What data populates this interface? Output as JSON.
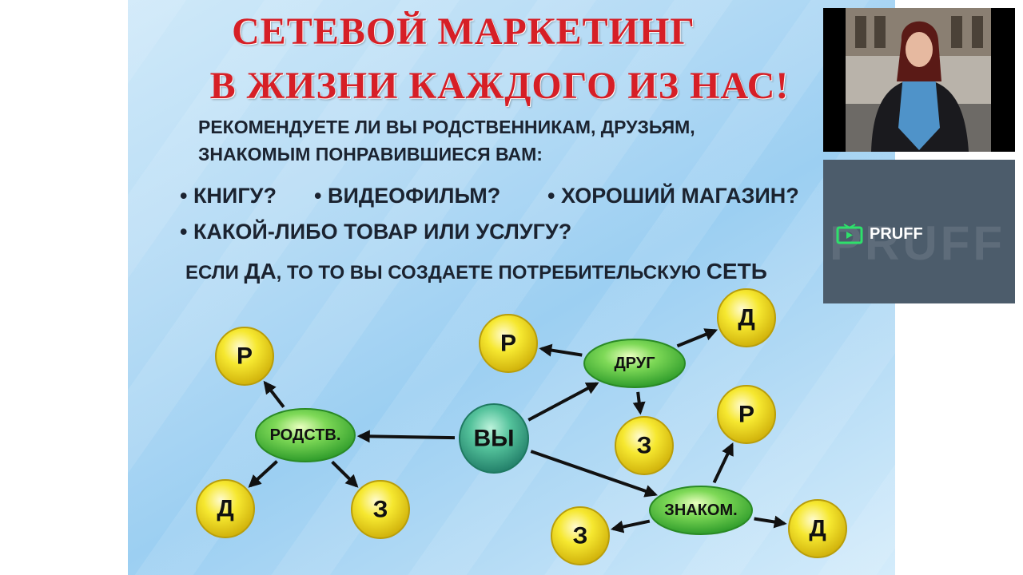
{
  "slide": {
    "title_line1": "СЕТЕВОЙ МАРКЕТИНГ",
    "title_line2": "В ЖИЗНИ КАЖДОГО ИЗ НАС!",
    "question_line1": "РЕКОМЕНДУЕТЕ ЛИ ВЫ РОДСТВЕННИКАМ, ДРУЗЬЯМ,",
    "question_line2": "ЗНАКОМЫМ ПОНРАВИВШИЕСЯ ВАМ:",
    "bullets": [
      "• КНИГУ?",
      "• ВИДЕОФИЛЬМ?",
      "• ХОРОШИЙ МАГАЗИН?",
      "• КАКОЙ-ЛИБО ТОВАР ИЛИ УСЛУГУ?"
    ],
    "conclusion": {
      "part1": "ЕСЛИ ",
      "part2": "ДА",
      "part3": ", ТО ТО ВЫ СОЗДАЕТЕ ПОТРЕБИТЕЛЬСКУЮ ",
      "part4": "СЕТЬ"
    }
  },
  "diagram": {
    "colors": {
      "green": "#3fbf3a",
      "yellow": "#f2e21f",
      "teal": "#3aa88a",
      "arrow": "#111111"
    },
    "nodes": [
      {
        "id": "you",
        "label": "ВЫ",
        "kind": "teal"
      },
      {
        "id": "rodstv",
        "label": "РОДСТВ.",
        "kind": "green"
      },
      {
        "id": "drug",
        "label": "ДРУГ",
        "kind": "green"
      },
      {
        "id": "znakom",
        "label": "ЗНАКОМ.",
        "kind": "green"
      },
      {
        "id": "r1",
        "label": "Р",
        "kind": "yellow"
      },
      {
        "id": "d1",
        "label": "Д",
        "kind": "yellow"
      },
      {
        "id": "z1",
        "label": "З",
        "kind": "yellow"
      },
      {
        "id": "r2",
        "label": "Р",
        "kind": "yellow"
      },
      {
        "id": "d2",
        "label": "Д",
        "kind": "yellow"
      },
      {
        "id": "z2",
        "label": "З",
        "kind": "yellow"
      },
      {
        "id": "r3",
        "label": "Р",
        "kind": "yellow"
      },
      {
        "id": "z3",
        "label": "З",
        "kind": "yellow"
      },
      {
        "id": "d3",
        "label": "Д",
        "kind": "yellow"
      }
    ],
    "edges": [
      [
        "you",
        "rodstv"
      ],
      [
        "you",
        "drug"
      ],
      [
        "you",
        "znakom"
      ],
      [
        "rodstv",
        "r1"
      ],
      [
        "rodstv",
        "d1"
      ],
      [
        "rodstv",
        "z1"
      ],
      [
        "drug",
        "r2"
      ],
      [
        "drug",
        "d2"
      ],
      [
        "drug",
        "z2"
      ],
      [
        "znakom",
        "r3"
      ],
      [
        "znakom",
        "z3"
      ],
      [
        "znakom",
        "d3"
      ]
    ]
  },
  "overlay": {
    "logo_text": "PRUFF",
    "logo_ghost": "PRUFF",
    "icons": [
      "presenter-video",
      "tv-logo-icon"
    ]
  }
}
